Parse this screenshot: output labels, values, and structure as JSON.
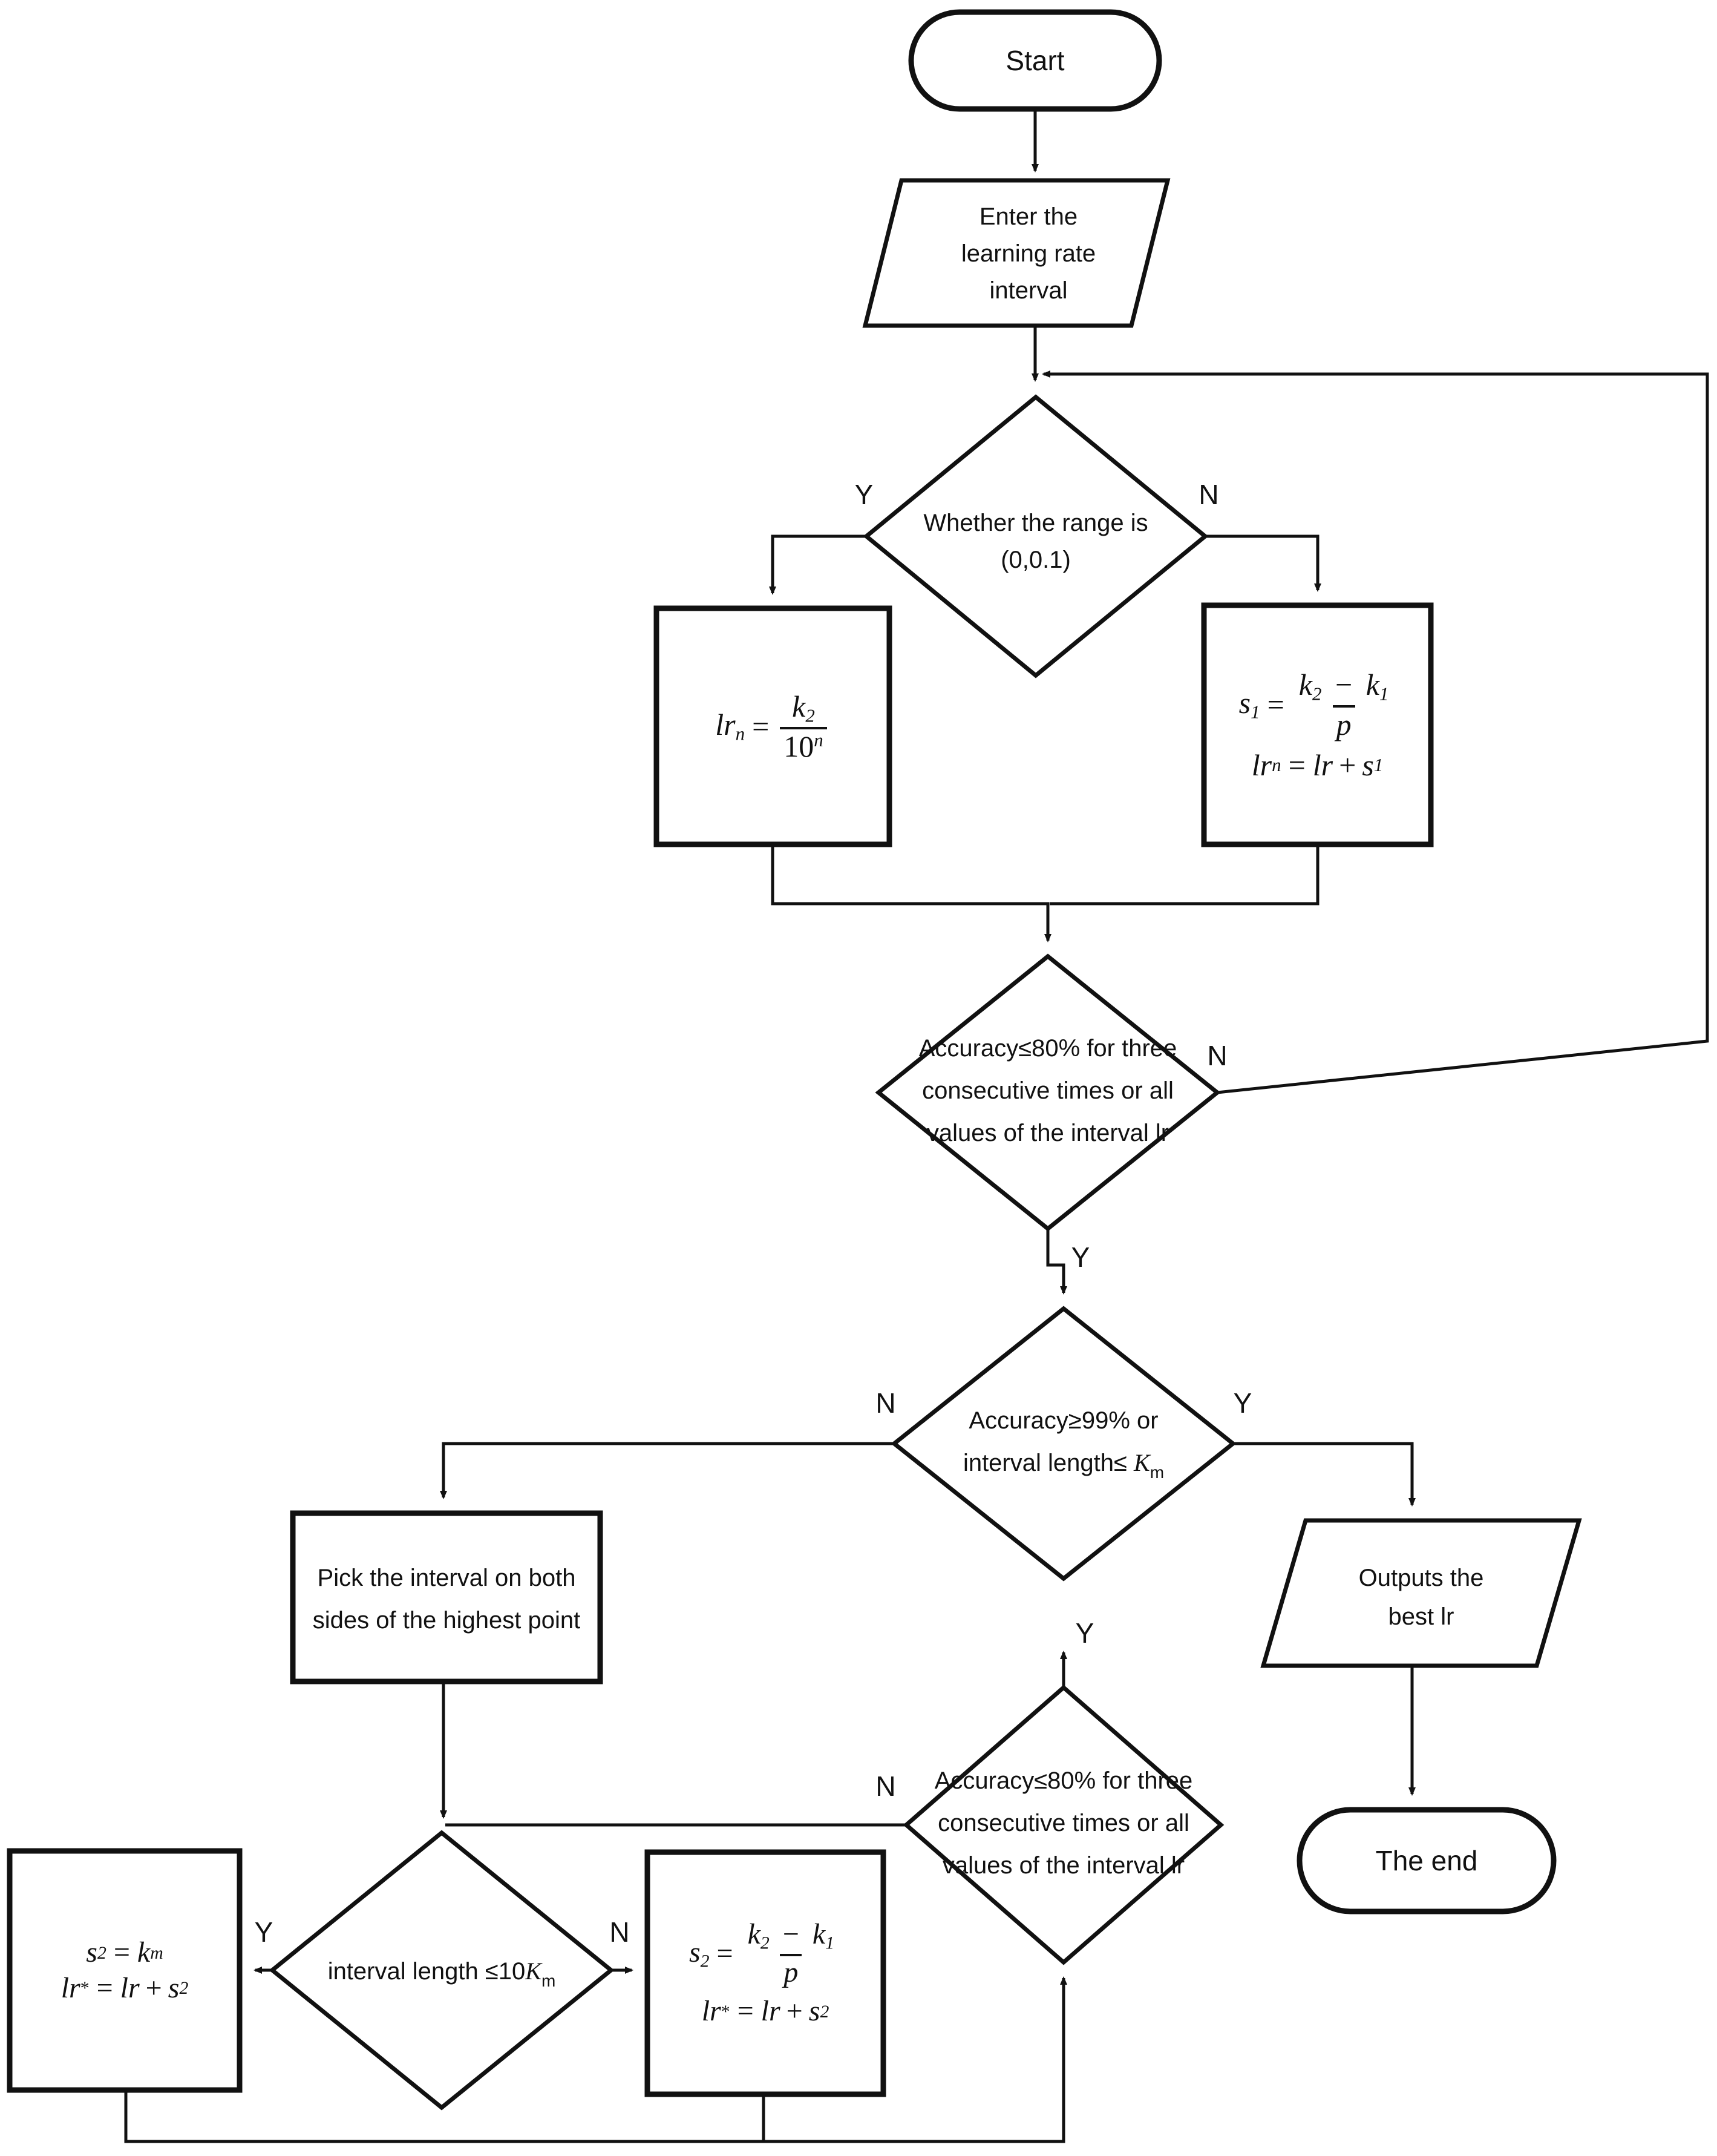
{
  "diagram": {
    "title": "Learning rate search flowchart",
    "colors": {
      "stroke": "#111111",
      "fill": "#ffffff",
      "text": "#111111"
    },
    "nodes": {
      "start": {
        "label": "Start",
        "shape": "terminator"
      },
      "input_interval": {
        "lines": [
          "Enter the",
          "learning rate",
          "interval"
        ],
        "shape": "parallelogram"
      },
      "decision_range": {
        "lines": [
          "Whether the range is",
          "(0,0.1)"
        ],
        "shape": "diamond"
      },
      "proc_lr_pow": {
        "shape": "process",
        "formula": "lr_n = k_2 / 10^n"
      },
      "proc_s1": {
        "shape": "process",
        "formula": "s_1 = (k_2 - k_1)/p ; lr_n = lr + s_1"
      },
      "decision_acc80_a": {
        "lines": [
          "Accuracy≤80% for three",
          "consecutive times or all",
          "values of the interval lr"
        ],
        "shape": "diamond"
      },
      "decision_acc99": {
        "lines": [
          "Accuracy≥99% or",
          "interval length≤ Kₘ"
        ],
        "shape": "diamond"
      },
      "proc_pick": {
        "lines": [
          "Pick the interval on both",
          "sides of the highest point"
        ],
        "shape": "process"
      },
      "output_best": {
        "lines": [
          "Outputs the",
          "best lr"
        ],
        "shape": "parallelogram"
      },
      "end": {
        "label": "The end",
        "shape": "terminator"
      },
      "decision_acc80_b": {
        "lines": [
          "Accuracy≤80% for three",
          "consecutive times or all",
          "values of the interval lr"
        ],
        "shape": "diamond"
      },
      "decision_len10km": {
        "lines": [
          "interval length ≤10Kₘ"
        ],
        "shape": "diamond"
      },
      "proc_s2_km": {
        "shape": "process",
        "formula": "s_2 = k_m ; lr* = lr + s_2"
      },
      "proc_s2_frac": {
        "shape": "process",
        "formula": "s_2 = (k_2 - k_1)/p ; lr* = lr + s_2"
      }
    },
    "branch_labels": {
      "range_yes": "Y",
      "range_no": "N",
      "acc80a_no": "N",
      "acc80a_yes": "Y",
      "acc99_no": "N",
      "acc99_yes": "Y",
      "acc80b_no": "N",
      "acc80b_yes": "Y",
      "len_yes": "Y",
      "len_no": "N"
    },
    "math": {
      "lr_pow": {
        "lhs": "lr",
        "lhs_sub": "n",
        "num": "k",
        "num_sub": "2",
        "den": "10",
        "den_sup": "n"
      },
      "s1": {
        "l1_lhs": "s",
        "l1_lhs_sub": "1",
        "num_a": "k",
        "num_a_sub": "2",
        "minus": "−",
        "num_b": "k",
        "num_b_sub": "1",
        "den": "p",
        "l2": "lr",
        "l2_sub": "n",
        "l2_rhs_a": "lr",
        "plus": "+",
        "l2_rhs_b": "s",
        "l2_rhs_b_sub": "1"
      },
      "s2_km": {
        "l1_lhs": "s",
        "l1_lhs_sub": "2",
        "l1_rhs": "k",
        "l1_rhs_sub": "m",
        "l2_lhs": "lr",
        "l2_star": "*",
        "l2_rhs_a": "lr",
        "plus": "+",
        "l2_rhs_b": "s",
        "l2_rhs_b_sub": "2"
      },
      "s2_frac": {
        "l1_lhs": "s",
        "l1_lhs_sub": "2",
        "num_a": "k",
        "num_a_sub": "2",
        "minus": "−",
        "num_b": "k",
        "num_b_sub": "1",
        "den": "p",
        "l2_lhs": "lr",
        "l2_star": "*",
        "l2_rhs_a": "lr",
        "plus": "+",
        "l2_rhs_b": "s",
        "l2_rhs_b_sub": "2"
      }
    }
  }
}
